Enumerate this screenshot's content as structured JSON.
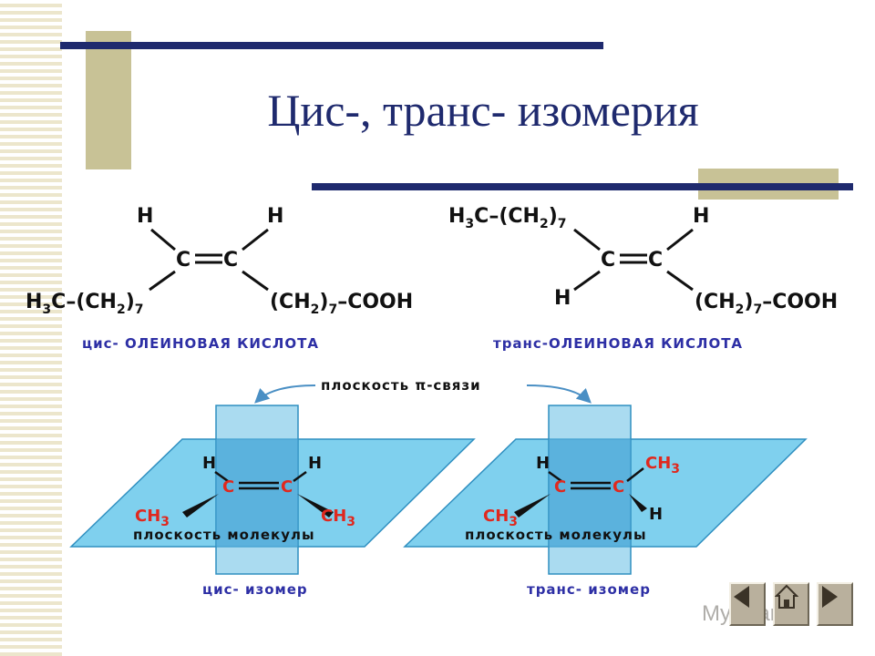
{
  "slide": {
    "title": "Цис-, транс- изомерия"
  },
  "top_formulas": {
    "cis": {
      "h_left": "H",
      "h_right": "H",
      "c1": "C",
      "c2": "C",
      "group_left_a": "H",
      "group_left_sub3": "3",
      "group_left_b": "C–(CH",
      "group_left_sub2": "2",
      "group_left_c": ")",
      "group_left_sub7": "7",
      "group_right_a": "(CH",
      "group_right_sub2": "2",
      "group_right_b": ")",
      "group_right_sub7": "7",
      "group_right_c": "–COOH",
      "caption": "цис- ОЛЕИНОВАЯ КИСЛОТА"
    },
    "trans": {
      "group_top_a": "H",
      "group_top_sub3": "3",
      "group_top_b": "C–(CH",
      "group_top_sub2": "2",
      "group_top_c": ")",
      "group_top_sub7": "7",
      "h_top_right": "H",
      "c1": "C",
      "c2": "C",
      "h_bottom_left": "H",
      "group_right_a": "(CH",
      "group_right_sub2": "2",
      "group_right_b": ")",
      "group_right_sub7": "7",
      "group_right_c": "–COOH",
      "caption": "транс-ОЛЕИНОВАЯ КИСЛОТА"
    }
  },
  "bottom_diagram": {
    "pi_plane_label": "плоскость π-связи",
    "cis": {
      "h1": "H",
      "h2": "H",
      "c1": "C",
      "c2": "C",
      "ch3_left": "CH",
      "ch3_left_sub": "3",
      "ch3_right": "CH",
      "ch3_right_sub": "3",
      "molecule_plane": "плоскость молекулы",
      "caption": "цис- изомер"
    },
    "trans": {
      "h1": "H",
      "ch3_top": "CH",
      "ch3_top_sub": "3",
      "c1": "C",
      "c2": "C",
      "ch3_left": "CH",
      "ch3_left_sub": "3",
      "h2": "H",
      "molecule_plane": "плоскость молекулы",
      "caption": "транс- изомер"
    }
  },
  "navigation": {
    "icons": [
      "previous-icon",
      "home-icon",
      "next-icon"
    ]
  },
  "watermark": "MyShared",
  "colors": {
    "title": "#1f2a6e",
    "accent_bar": "#1f2a6e",
    "tan_block": "#c8c296",
    "plane_fill": "#7fd0ee",
    "caption": "#2d2fa5",
    "methyl": "#e0281e"
  }
}
